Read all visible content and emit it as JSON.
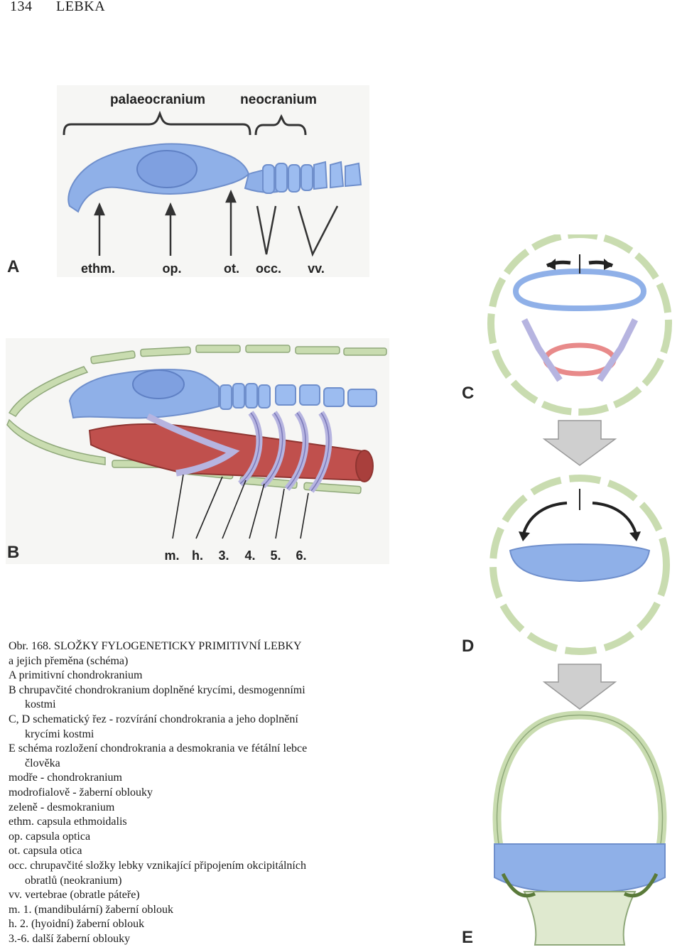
{
  "header": {
    "page_number": "134",
    "title": "LEBKA"
  },
  "panel_A": {
    "letter": "A",
    "bracket_labels": [
      "palaeocranium",
      "neocranium"
    ],
    "arrow_labels": [
      "ethm.",
      "op.",
      "ot.",
      "occ.",
      "vv."
    ]
  },
  "panel_B": {
    "letter": "B",
    "labels": [
      "m.",
      "h.",
      "3.",
      "4.",
      "5.",
      "6."
    ]
  },
  "panel_C": {
    "letter": "C"
  },
  "panel_D": {
    "letter": "D"
  },
  "panel_E": {
    "letter": "E"
  },
  "colors": {
    "chondrocranium": "#8fb0e8",
    "gill_arches": "#b6b4e0",
    "desmocranium": "#c9dcb0",
    "vessel": "#c0504d"
  },
  "caption": {
    "l1": "Obr.  168. SLOŽKY FYLOGENETICKY PRIMITIVNÍ LEBKY",
    "l2": "a jejich přeměna (schéma)",
    "l3": "A  primitivní chondrokranium",
    "l4": "B  chrupavčité chondrokranium doplněné krycími, desmogenními",
    "l5": "kostmi",
    "l6": "C, D   schematický řez - rozvírání chondrokrania a jeho doplnění",
    "l7": "krycími kostmi",
    "l8": "E  schéma rozložení chondrokrania a desmokrania ve fétální lebce",
    "l9": "člověka",
    "l10": "modře - chondrokranium",
    "l11": "modrofialově - žaberní oblouky",
    "l12": "zeleně - desmokranium",
    "l13": "ethm. capsula ethmoidalis",
    "l14": "op.  capsula optica",
    "l15": "ot. capsula otica",
    "l16": "occ.  chrupavčité složky lebky vznikající připojením okcipitálních",
    "l17": "obratlů (neokranium)",
    "l18": "vv.  vertebrae (obratle páteře)",
    "l19": "m.   1. (mandibulární) žaberní oblouk",
    "l20": "h. 2. (hyoidní) žaberní oblouk",
    "l21": "3.-6.  další žaberní oblouky"
  }
}
